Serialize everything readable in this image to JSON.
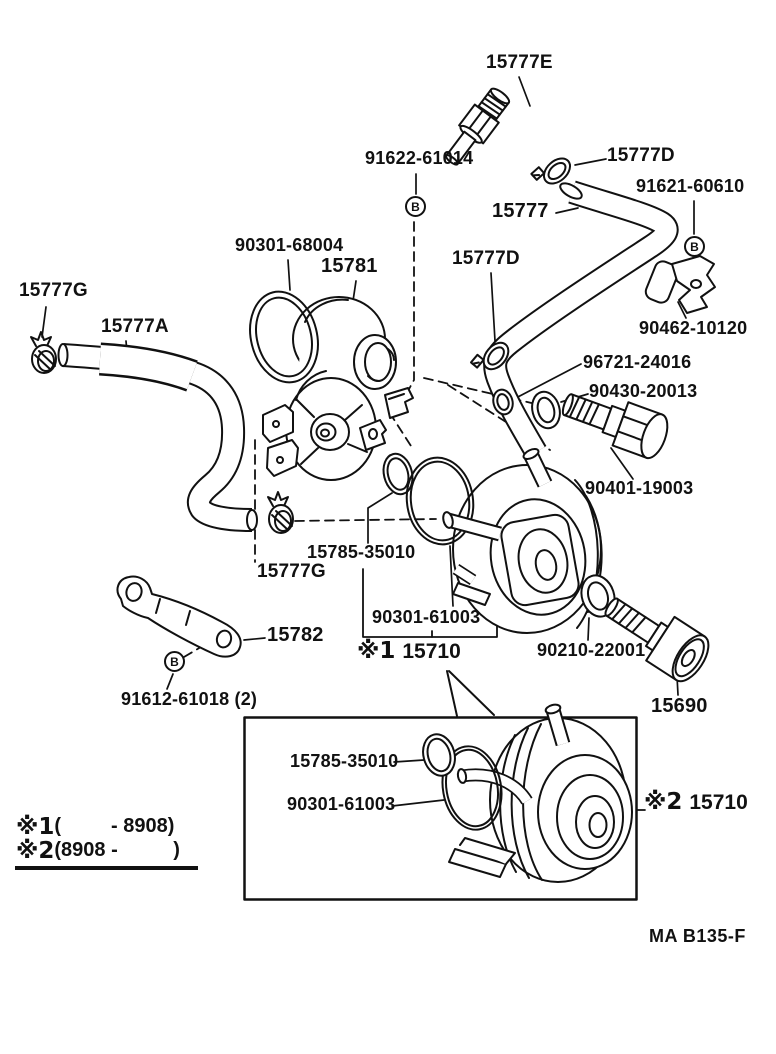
{
  "page": {
    "footer_code": "MA B135-F"
  },
  "markers": {
    "b": "B"
  },
  "labels": {
    "fitting_15777e": "15777E",
    "bolt_91622": "91622-61014",
    "clamp_15777d_upper": "15777D",
    "hose_15777": "15777",
    "bolt_91621": "91621-60610",
    "oring_90301_68004": "90301-68004",
    "pump_15781": "15781",
    "clamp_15777d_lower": "15777D",
    "clip_90462": "90462-10120",
    "oring_96721": "96721-24016",
    "washer_90430": "90430-20013",
    "clamp_15777g_upper": "15777G",
    "hose_15777a": "15777A",
    "bolt_90401": "90401-19003",
    "oring_15785_main": "15785-35010",
    "clamp_15777g_lower": "15777G",
    "gasket_90301_61003_main": "90301-61003",
    "bracket_15782": "15782",
    "washer_90210": "90210-22001",
    "bolt_91612": "91612-61018 (2)",
    "valve_15690": "15690",
    "oring_15785_inset": "15785-35010",
    "gasket_90301_61003_inset": "90301-61003",
    "cooler_ref1_marker": "※1",
    "cooler_ref1_number": "15710",
    "cooler_ref2_marker": "※2",
    "cooler_ref2_number": "15710"
  },
  "legend": {
    "row1_marker": "※1",
    "row1_range": "(         - 8908)",
    "row2_marker": "※2",
    "row2_range": "(8908 -          )"
  }
}
